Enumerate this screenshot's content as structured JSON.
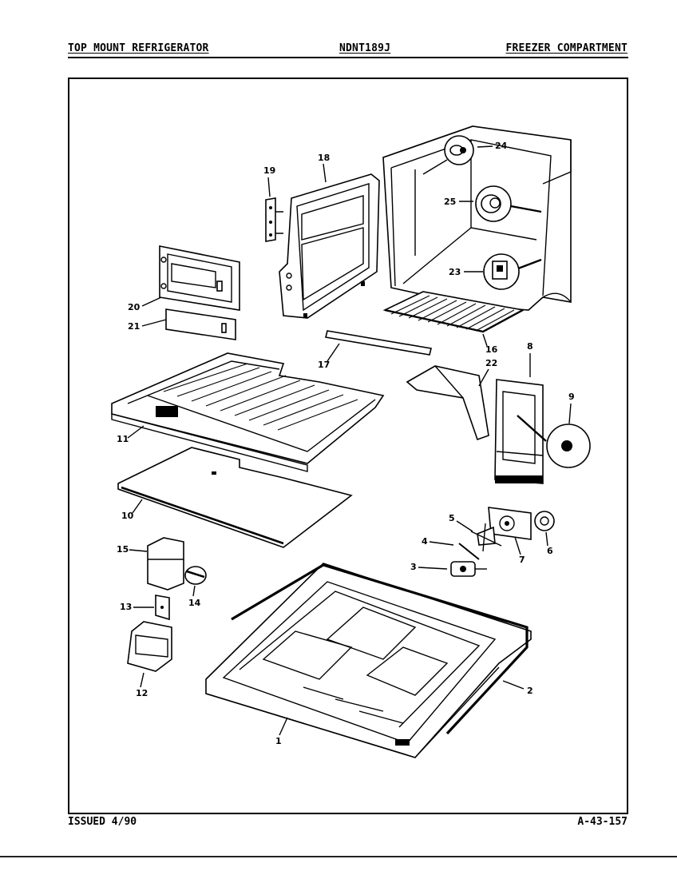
{
  "header": {
    "left": "TOP MOUNT REFRIGERATOR",
    "center": "NDNT189J",
    "right": "FREEZER COMPARTMENT"
  },
  "footer": {
    "left": "ISSUED 4/90",
    "right": "A-43-157"
  },
  "callouts": {
    "c1": "1",
    "c2": "2",
    "c3": "3",
    "c4": "4",
    "c5": "5",
    "c6": "6",
    "c7": "7",
    "c8": "8",
    "c9": "9",
    "c10": "10",
    "c11": "11",
    "c12": "12",
    "c13": "13",
    "c14": "14",
    "c15": "15",
    "c16": "16",
    "c17": "17",
    "c18": "18",
    "c19": "19",
    "c20": "20",
    "c21": "21",
    "c22": "22",
    "c23": "23",
    "c24": "24",
    "c25": "25"
  }
}
